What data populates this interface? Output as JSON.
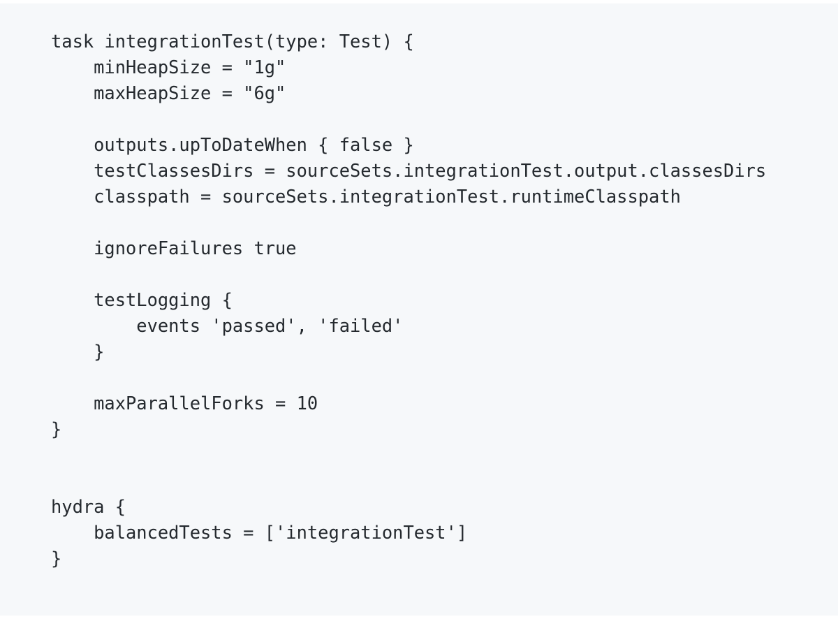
{
  "code": {
    "language": "gradle",
    "lines": [
      "task integrationTest(type: Test) {",
      "    minHeapSize = \"1g\"",
      "    maxHeapSize = \"6g\"",
      "",
      "    outputs.upToDateWhen { false }",
      "    testClassesDirs = sourceSets.integrationTest.output.classesDirs",
      "    classpath = sourceSets.integrationTest.runtimeClasspath",
      "",
      "    ignoreFailures true",
      "",
      "    testLogging {",
      "        events 'passed', 'failed'",
      "    }",
      "",
      "    maxParallelForks = 10",
      "}",
      "",
      "",
      "hydra {",
      "    balancedTests = ['integrationTest']",
      "}"
    ]
  },
  "colors": {
    "background": "#f6f8fa",
    "text": "#24292e"
  }
}
